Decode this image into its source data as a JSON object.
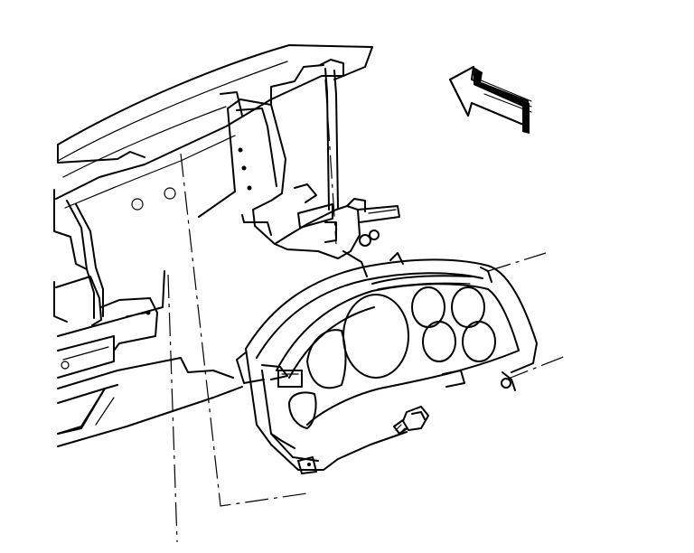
{
  "diagram": {
    "style": "black line art on white",
    "ink_color": "#000000",
    "background_color": "#ffffff",
    "components": [
      "instrument-panel-carrier",
      "instrument-cluster",
      "cluster-mounting-bolt",
      "direction-arrow"
    ]
  }
}
